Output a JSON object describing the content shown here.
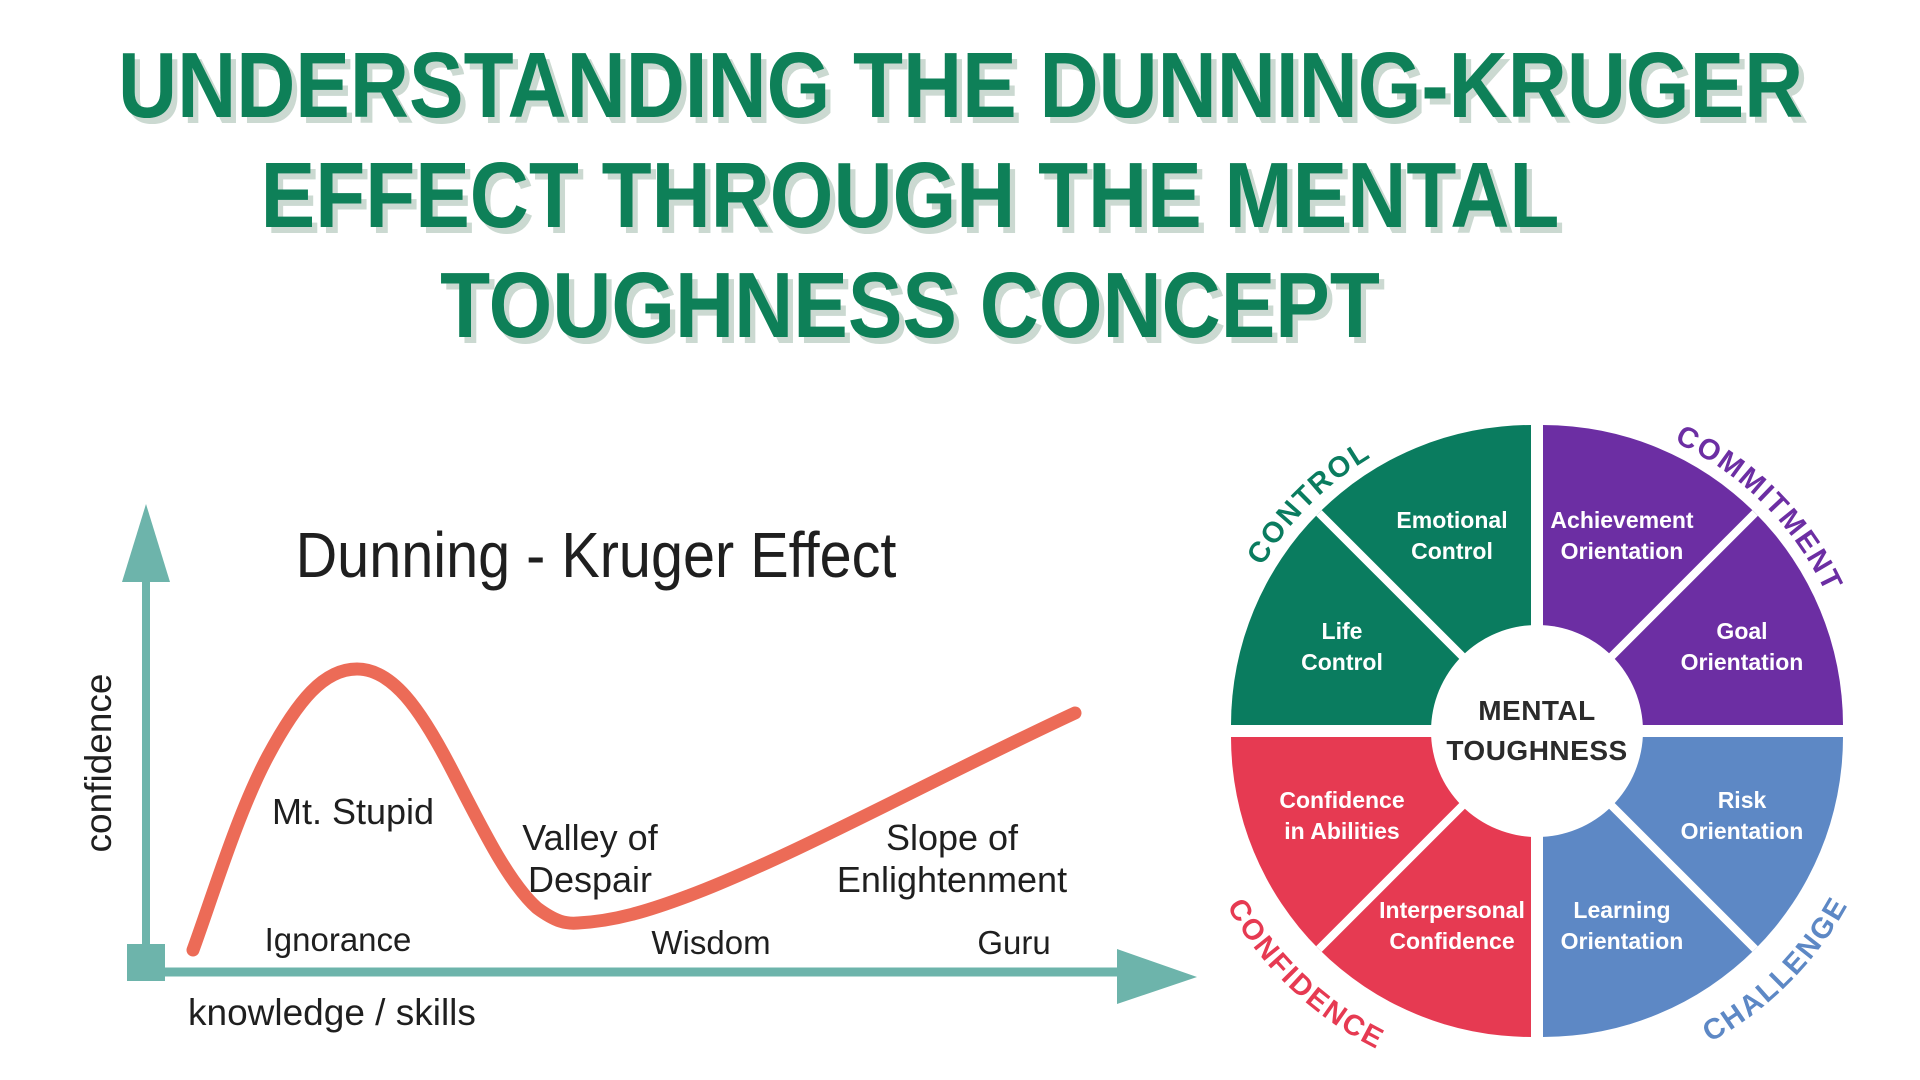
{
  "title": {
    "lines": [
      "UNDERSTANDING THE DUNNING-KRUGER",
      "EFFECT THROUGH THE MENTAL",
      "TOUGHNESS CONCEPT"
    ]
  },
  "colors": {
    "title_green": "#0e8058",
    "title_shadow": "#cbd9d1",
    "axis_teal": "#6db4ab",
    "curve_salmon": "#ec6b57",
    "text_dark": "#1f1f1f",
    "center_text": "#2b2b2b",
    "white": "#ffffff"
  },
  "chart": {
    "title": "Dunning - Kruger Effect",
    "xlabel": "knowledge / skills",
    "ylabel": "confidence",
    "stages": [
      "Ignorance",
      "Wisdom",
      "Guru"
    ],
    "annotations": {
      "peak": {
        "lines": [
          "Mt. Stupid"
        ]
      },
      "valley": {
        "lines": [
          "Valley of",
          "Despair"
        ]
      },
      "slope": {
        "lines": [
          "Slope of",
          "Enlightenment"
        ]
      }
    }
  },
  "chart_data": {
    "type": "line",
    "title": "Dunning - Kruger Effect",
    "xlabel": "knowledge / skills",
    "ylabel": "confidence",
    "x_range": [
      0,
      100
    ],
    "y_range": [
      0,
      100
    ],
    "grid": false,
    "axes_arrows": true,
    "series": [
      {
        "name": "confidence",
        "color": "#ec6b57",
        "points": [
          [
            0,
            4
          ],
          [
            5,
            22
          ],
          [
            10,
            52
          ],
          [
            15,
            82
          ],
          [
            19,
            97
          ],
          [
            23,
            97
          ],
          [
            28,
            78
          ],
          [
            33,
            48
          ],
          [
            38,
            22
          ],
          [
            42,
            12
          ],
          [
            46,
            11
          ],
          [
            52,
            15
          ],
          [
            60,
            23
          ],
          [
            72,
            37
          ],
          [
            85,
            52
          ],
          [
            100,
            70
          ]
        ]
      }
    ],
    "curve_annotations": [
      {
        "text": "Mt. Stupid",
        "x": 19,
        "y": 55
      },
      {
        "text": "Valley of Despair",
        "x": 45,
        "y": 30
      },
      {
        "text": "Slope of Enlightenment",
        "x": 86,
        "y": 30
      },
      {
        "text": "Ignorance",
        "x": 22,
        "y": 6
      },
      {
        "text": "Wisdom",
        "x": 64,
        "y": 6
      },
      {
        "text": "Guru",
        "x": 98,
        "y": 6
      }
    ]
  },
  "wheel": {
    "center": {
      "lines": [
        "MENTAL",
        "TOUGHNESS"
      ]
    },
    "quadrants": [
      {
        "label": "CONTROL",
        "color": "#0a7c5f",
        "segments": [
          {
            "lines": [
              "Emotional",
              "Control"
            ]
          },
          {
            "lines": [
              "Life",
              "Control"
            ]
          }
        ]
      },
      {
        "label": "COMMITMENT",
        "color": "#6c2ea3",
        "segments": [
          {
            "lines": [
              "Achievement",
              "Orientation"
            ]
          },
          {
            "lines": [
              "Goal",
              "Orientation"
            ]
          }
        ]
      },
      {
        "label": "CONFIDENCE",
        "color": "#e63a52",
        "segments": [
          {
            "lines": [
              "Confidence",
              "in Abilities"
            ]
          },
          {
            "lines": [
              "Interpersonal",
              "Confidence"
            ]
          }
        ]
      },
      {
        "label": "CHALLENGE",
        "color": "#5d88c5",
        "segments": [
          {
            "lines": [
              "Risk",
              "Orientation"
            ]
          },
          {
            "lines": [
              "Learning",
              "Orientation"
            ]
          }
        ]
      }
    ]
  }
}
